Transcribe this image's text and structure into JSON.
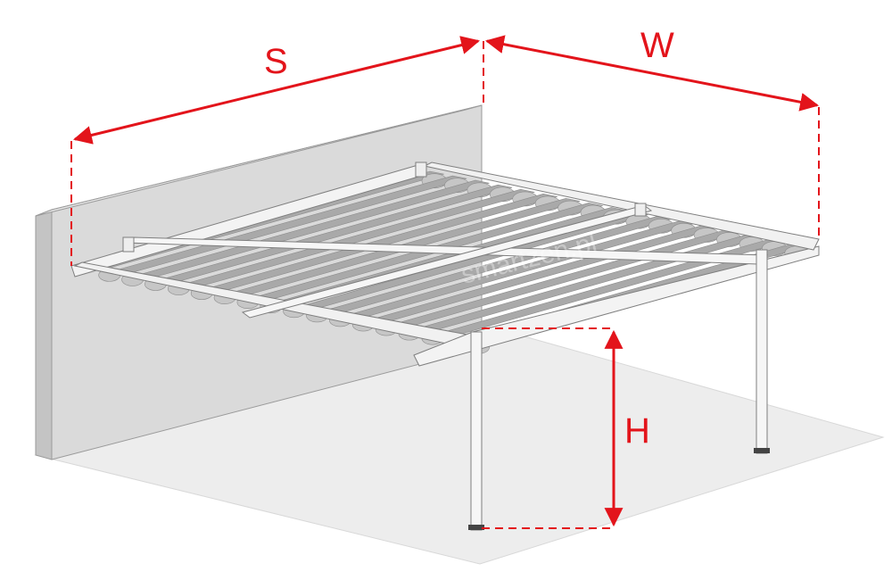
{
  "dimensions": {
    "s": {
      "label": "S"
    },
    "w": {
      "label": "W"
    },
    "h": {
      "label": "H"
    }
  },
  "watermark": "smartzen.pl",
  "colors": {
    "dimension_line": "#e3141b",
    "wall_front": "#d9d9d9",
    "wall_side": "#cfcfcf",
    "floor": "#eeeeee",
    "frame": "#f4f4f4",
    "frame_edge": "#8a8a8a",
    "slat": "#a9a9a9",
    "slat_fold": "#c6c6c6"
  }
}
